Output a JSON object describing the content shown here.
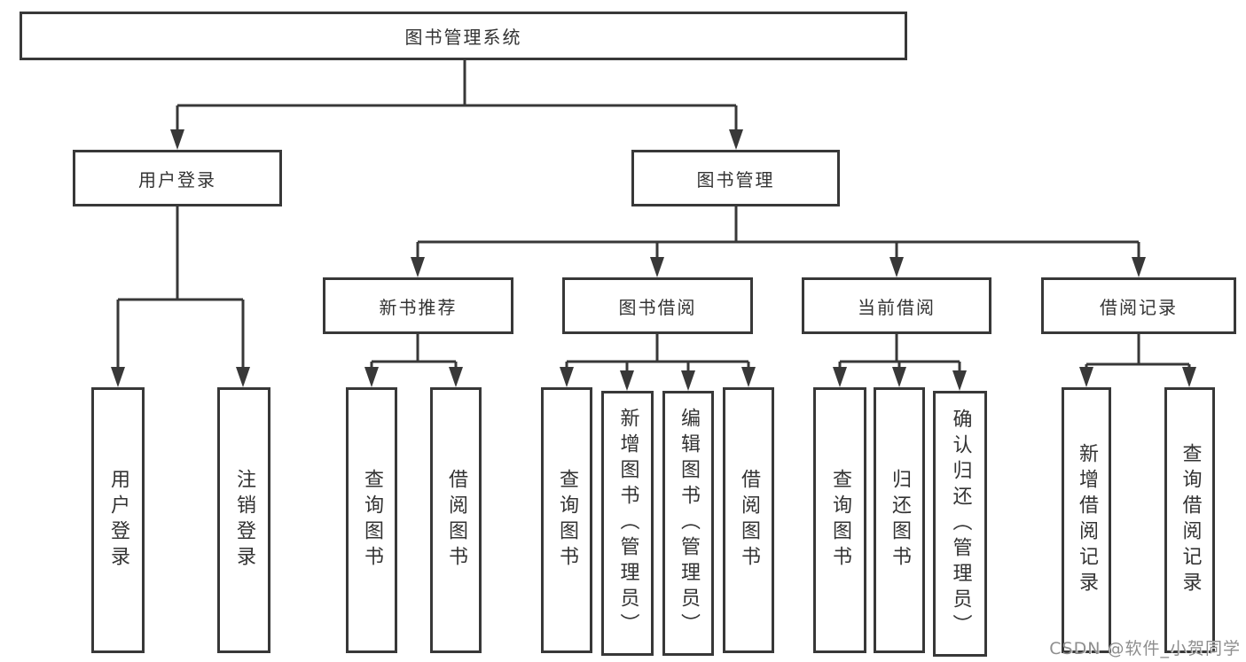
{
  "tree": {
    "root": {
      "label": "图书管理系统",
      "children": [
        {
          "label": "用户登录",
          "children": [
            {
              "label": "用户登录"
            },
            {
              "label": "注销登录"
            }
          ]
        },
        {
          "label": "图书管理",
          "children": [
            {
              "label": "新书推荐",
              "children": [
                {
                  "label": "查询图书"
                },
                {
                  "label": "借阅图书"
                }
              ]
            },
            {
              "label": "图书借阅",
              "children": [
                {
                  "label": "查询图书"
                },
                {
                  "label": "新增图书（管理员）"
                },
                {
                  "label": "编辑图书（管理员）"
                },
                {
                  "label": "借阅图书"
                }
              ]
            },
            {
              "label": "当前借阅",
              "children": [
                {
                  "label": "查询图书"
                },
                {
                  "label": "归还图书"
                },
                {
                  "label": "确认归还（管理员）"
                }
              ]
            },
            {
              "label": "借阅记录",
              "children": [
                {
                  "label": "新增借阅记录"
                },
                {
                  "label": "查询借阅记录"
                }
              ]
            }
          ]
        }
      ]
    }
  },
  "watermark": {
    "label": "CSDN @软件_小贺同学"
  },
  "colors": {
    "line": "#383838",
    "box_border": "#383838",
    "text": "#333333",
    "watermark": "#8e8e8e",
    "background": "#ffffff"
  }
}
